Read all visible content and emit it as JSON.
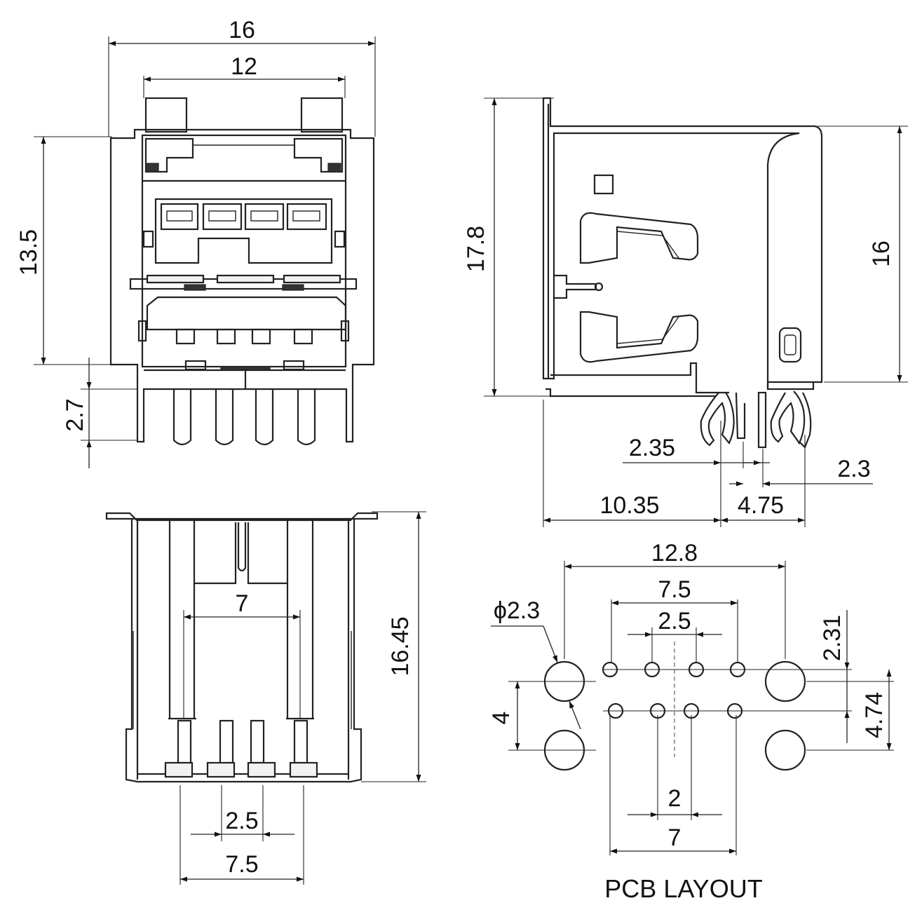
{
  "front_view": {
    "width_outer": "16",
    "width_inner": "12",
    "height": "13.5",
    "pin_length": "2.7"
  },
  "side_view": {
    "height_total": "17.8",
    "height_body": "16",
    "pin_offset_a": "2.35",
    "pin_offset_b": "2.3",
    "depth_front": "10.35",
    "pin_span": "4.75"
  },
  "bottom_view": {
    "depth": "16.45",
    "inner_width": "7",
    "pin_pitch": "2.5",
    "pin_span": "7.5"
  },
  "pcb_layout": {
    "title": "PCB LAYOUT",
    "hole_span": "12.8",
    "row_span": "7.5",
    "pitch_top": "2.5",
    "mount_hole_dia": "ϕ2.3",
    "row_offset": "2.31",
    "mount_pitch": "4",
    "row_to_mount": "4.74",
    "pitch_bottom": "2",
    "bottom_span": "7"
  }
}
